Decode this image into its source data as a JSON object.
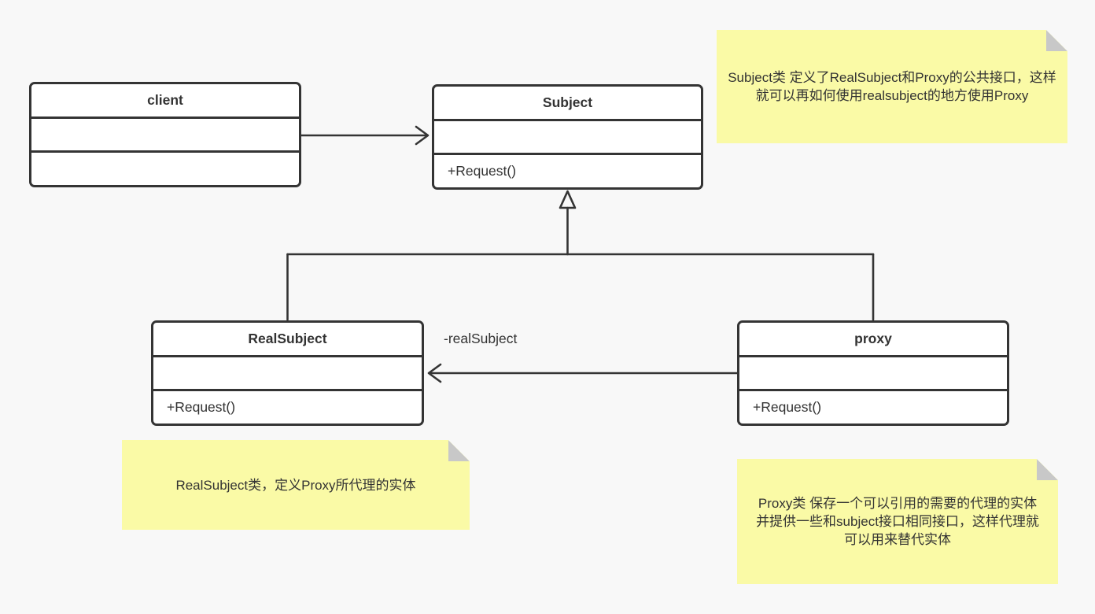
{
  "classes": {
    "client": {
      "name": "client"
    },
    "subject": {
      "name": "Subject",
      "methods": "+Request()"
    },
    "realsubject": {
      "name": "RealSubject",
      "methods": "+Request()"
    },
    "proxy": {
      "name": "proxy",
      "methods": "+Request()"
    }
  },
  "edges": {
    "proxy_to_realsubject_label": "-realSubject"
  },
  "notes": {
    "subject": "Subject类 定义了RealSubject和Proxy的公共接口，这样就可以再如何使用realsubject的地方使用Proxy",
    "realsubject": "RealSubject类，定义Proxy所代理的实体",
    "proxy": "Proxy类 保存一个可以引用的需要的代理的实体并提供一些和subject接口相同接口，这样代理就可以用来替代实体"
  },
  "colors": {
    "background": "#F8F8F8",
    "box_fill": "#FFFFFF",
    "stroke": "#343434",
    "text": "#333333",
    "note_fill": "#FAFAA6",
    "note_fold": "#C8C8C8"
  }
}
